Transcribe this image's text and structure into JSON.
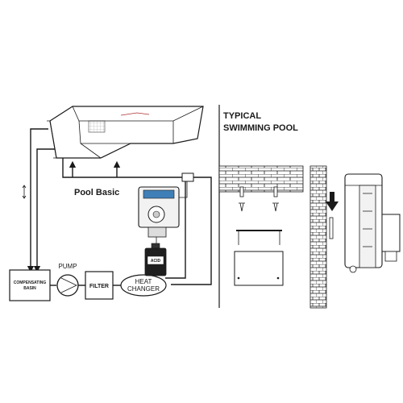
{
  "left_panel": {
    "label_pool_basic": "Pool Basic",
    "label_pump": "PUMP",
    "label_filter": "FILTER",
    "label_compensating_1": "COMPENSATING",
    "label_compensating_2": "BASIN",
    "label_heat_1": "HEAT",
    "label_heat_2": "CHANGER",
    "label_acid": "ACID"
  },
  "right_panel": {
    "title_line1": "TYPICAL",
    "title_line2": "SWIMMING POOL"
  },
  "colors": {
    "device_screen": "#3f7fb8",
    "line": "#1a1a1a",
    "background": "#ffffff"
  }
}
